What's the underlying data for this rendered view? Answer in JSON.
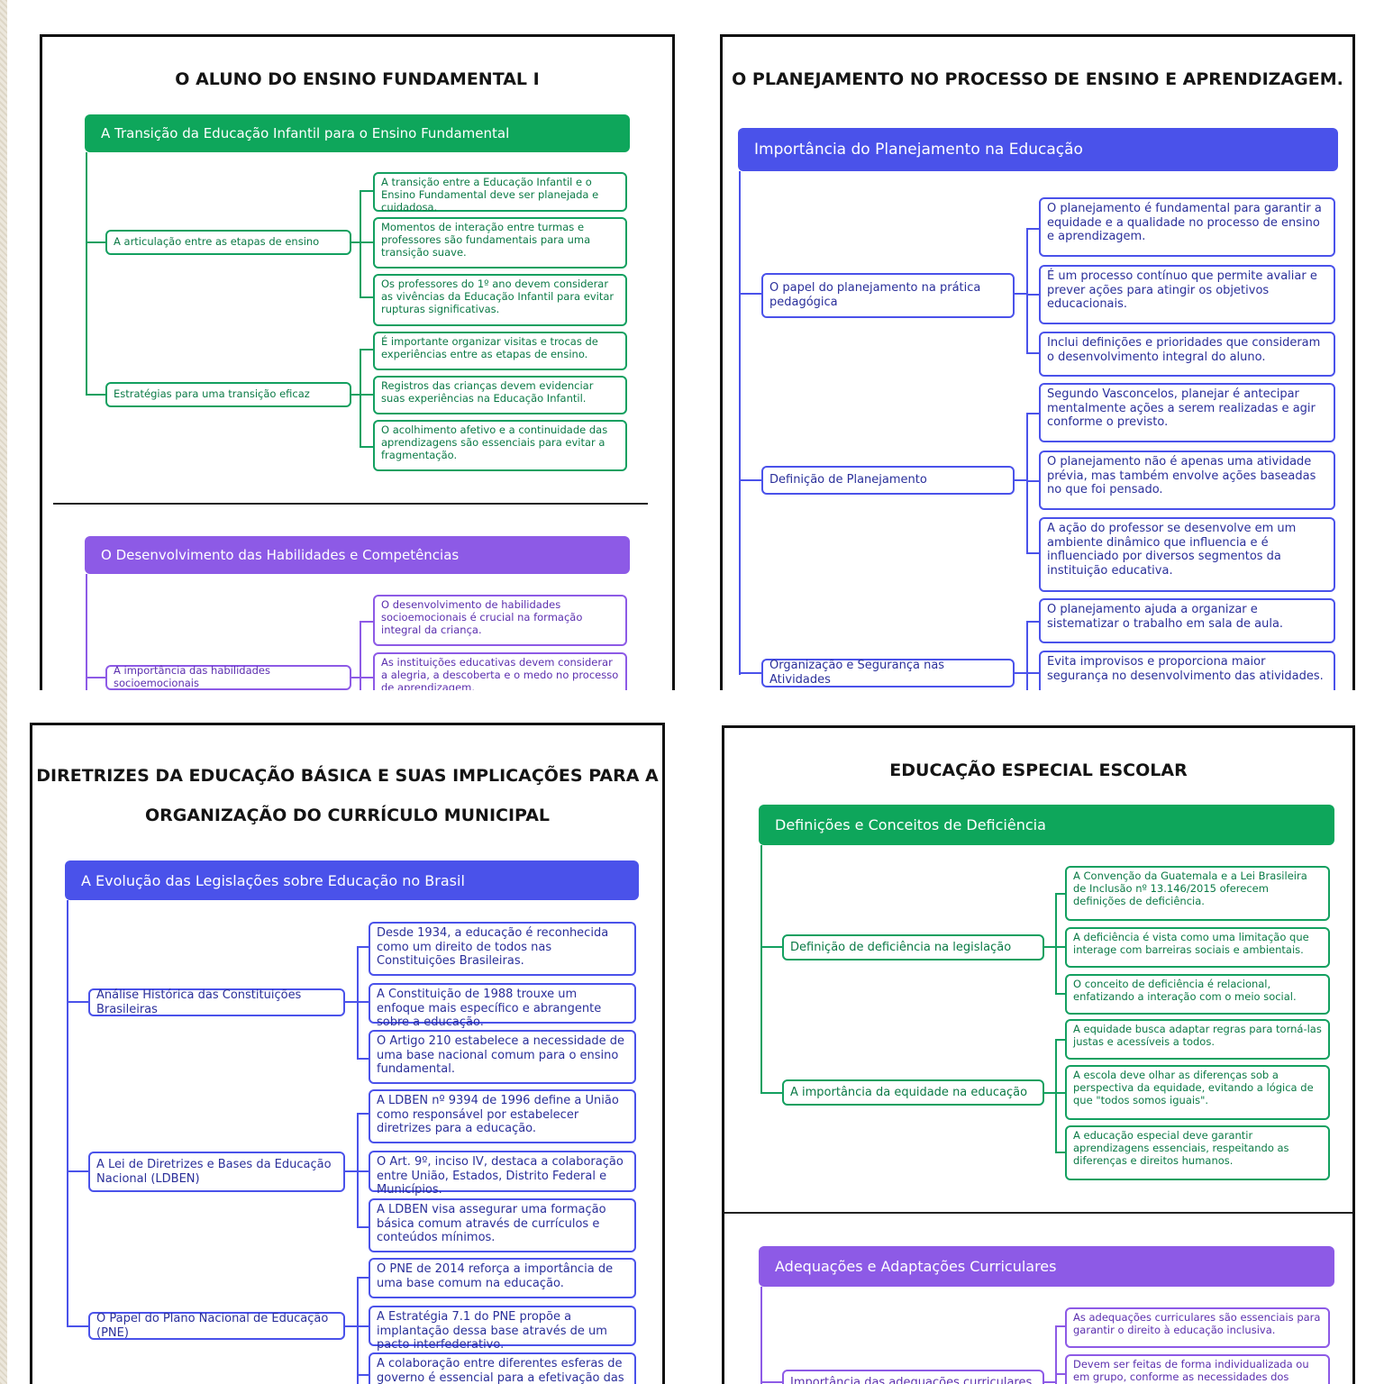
{
  "panels": {
    "tl": {
      "title": "O ALUNO DO ENSINO FUNDAMENTAL I",
      "section1": {
        "header": "A Transição da Educação Infantil para o Ensino Fundamental",
        "groups": [
          {
            "label": "A articulação entre as etapas de ensino",
            "items": [
              "A transição entre a Educação Infantil e o Ensino Fundamental deve ser planejada e cuidadosa.",
              "Momentos de interação entre turmas e professores são fundamentais para uma transição suave.",
              "Os professores do 1º ano devem considerar as vivências da Educação Infantil para evitar rupturas significativas."
            ]
          },
          {
            "label": "Estratégias para uma transição eficaz",
            "items": [
              "É importante organizar visitas e trocas de experiências entre as etapas de ensino.",
              "Registros das crianças devem evidenciar suas experiências na Educação Infantil.",
              "O acolhimento afetivo e a continuidade das aprendizagens são essenciais para evitar a fragmentação."
            ]
          }
        ]
      },
      "section2": {
        "header": "O Desenvolvimento das Habilidades e Competências",
        "groups": [
          {
            "label": "A importância das habilidades socioemocionais",
            "items": [
              "O desenvolvimento de habilidades socioemocionais é crucial na formação integral da criança.",
              "As instituições educativas devem considerar a alegria, a descoberta e o medo no processo de aprendizagem."
            ]
          }
        ]
      }
    },
    "tr": {
      "title": "O PLANEJAMENTO NO PROCESSO DE ENSINO E APRENDIZAGEM.",
      "section1": {
        "header": "Importância do Planejamento na Educação",
        "groups": [
          {
            "label": "O papel do planejamento na prática pedagógica",
            "items": [
              "O planejamento é fundamental para garantir a equidade e a qualidade no processo de ensino e aprendizagem.",
              "É um processo contínuo que permite avaliar e prever ações para atingir os objetivos educacionais.",
              "Inclui definições e prioridades que consideram o desenvolvimento integral do aluno."
            ]
          },
          {
            "label": "Definição de Planejamento",
            "items": [
              "Segundo Vasconcelos, planejar é antecipar mentalmente ações a serem realizadas e agir conforme o previsto.",
              "O planejamento não é apenas uma atividade prévia, mas também envolve ações baseadas no que foi pensado.",
              "A ação do professor se desenvolve em um ambiente dinâmico que influencia e é influenciado por diversos segmentos da instituição educativa."
            ]
          },
          {
            "label": "Organização e Segurança nas Atividades",
            "items": [
              "O planejamento ajuda a organizar e sistematizar o trabalho em sala de aula.",
              "Evita improvisos e proporciona maior segurança no desenvolvimento das atividades."
            ]
          }
        ]
      }
    },
    "bl": {
      "title_line1": "DIRETRIZES DA EDUCAÇÃO BÁSICA E SUAS IMPLICAÇÕES PARA A",
      "title_line2": "ORGANIZAÇÃO DO CURRÍCULO MUNICIPAL",
      "section1": {
        "header": "A Evolução das Legislações sobre Educação no Brasil",
        "groups": [
          {
            "label": "Análise Histórica das Constituições Brasileiras",
            "items": [
              "Desde 1934, a educação é reconhecida como um direito de todos nas Constituições Brasileiras.",
              "A Constituição de 1988 trouxe um enfoque mais específico e abrangente sobre a educação.",
              "O Artigo 210 estabelece a necessidade de uma base nacional comum para o ensino fundamental."
            ]
          },
          {
            "label": "A Lei de Diretrizes e Bases da Educação Nacional (LDBEN)",
            "items": [
              "A LDBEN nº 9394 de 1996 define a União como responsável por estabelecer diretrizes para a educação.",
              "O Art. 9º, inciso IV, destaca a colaboração entre União, Estados, Distrito Federal e Municípios.",
              "A LDBEN visa assegurar uma formação básica comum através de currículos e conteúdos mínimos."
            ]
          },
          {
            "label": "O Papel do Plano Nacional de Educação (PNE)",
            "items": [
              "O PNE de 2014 reforça a importância de uma base comum na educação.",
              "A Estratégia 7.1 do PNE propõe a implantação dessa base através de um pacto interfederativo.",
              "A colaboração entre diferentes esferas de governo é essencial para a efetivação das"
            ]
          }
        ]
      }
    },
    "br": {
      "title": "EDUCAÇÃO ESPECIAL ESCOLAR",
      "section1": {
        "header": "Definições e Conceitos de Deficiência",
        "groups": [
          {
            "label": "Definição de deficiência na legislação",
            "items": [
              "A Convenção da Guatemala e a Lei Brasileira de Inclusão nº 13.146/2015 oferecem definições de deficiência.",
              "A deficiência é vista como uma limitação que interage com barreiras sociais e ambientais.",
              "O conceito de deficiência é relacional, enfatizando a interação com o meio social."
            ]
          },
          {
            "label": "A importância da equidade na educação",
            "items": [
              "A equidade busca adaptar regras para torná-las justas e acessíveis a todos.",
              "A escola deve olhar as diferenças sob a perspectiva da equidade, evitando a lógica de que \"todos somos iguais\".",
              "A educação especial deve garantir aprendizagens essenciais, respeitando as diferenças e direitos humanos."
            ]
          }
        ]
      },
      "section2": {
        "header": "Adequações e Adaptações Curriculares",
        "groups": [
          {
            "label": "Importância das adequações curriculares",
            "items": [
              "As adequações curriculares são essenciais para garantir o direito à educação inclusiva.",
              "Devem ser feitas de forma individualizada ou em grupo, conforme as necessidades dos"
            ]
          }
        ]
      }
    }
  }
}
